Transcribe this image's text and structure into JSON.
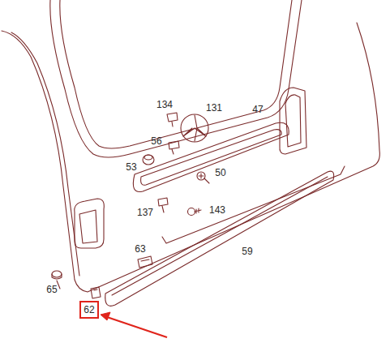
{
  "diagram": {
    "nodes": [
      {
        "text": [
          "62"
        ]
      }
    ],
    "labels": [
      "134",
      "131",
      "47",
      "56",
      "53",
      "50",
      "137",
      "143",
      "63",
      "59",
      "65"
    ]
  }
}
